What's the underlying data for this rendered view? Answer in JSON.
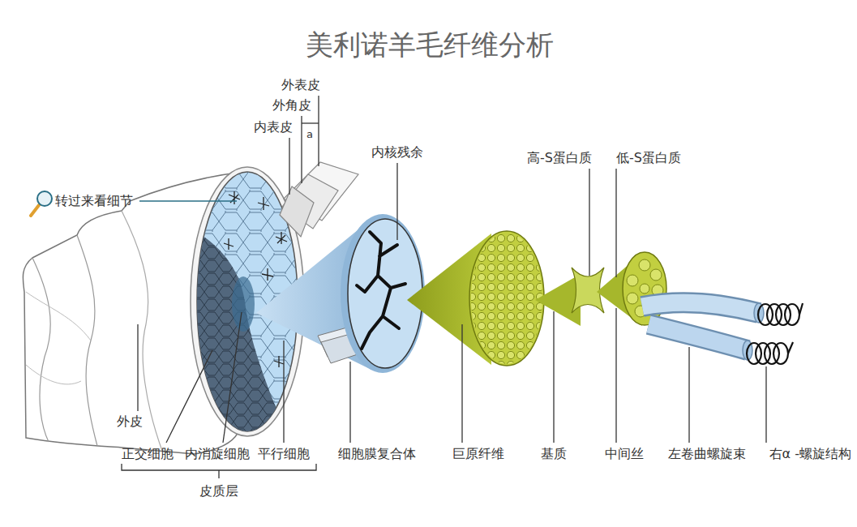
{
  "diagram": {
    "title": "美利诺羊毛纤维分析",
    "labels": [
      "外表皮",
      "外角皮",
      "内表皮",
      "a",
      "转过来看细节",
      "内核残余",
      "高-S蛋白质",
      "低-S蛋白质",
      "外皮",
      "正交细胞",
      "内消旋细胞",
      "平行细胞",
      "皮质层",
      "细胞膜复合体",
      "巨原纤维",
      "基质",
      "中间丝",
      "左卷曲螺旋束",
      "右α -螺旋结构"
    ]
  }
}
